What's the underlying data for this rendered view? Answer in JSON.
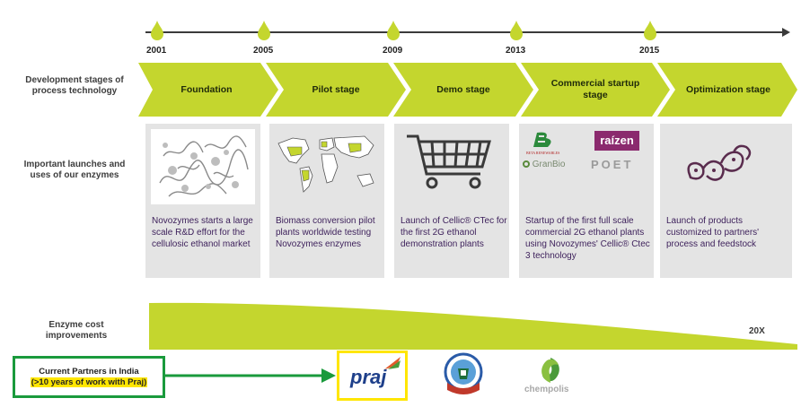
{
  "timeline": {
    "years": [
      "2001",
      "2005",
      "2009",
      "2013",
      "2015"
    ]
  },
  "rows": {
    "development_label": "Development stages of process technology",
    "launches_label": "Important launches and uses of our enzymes",
    "cost_label": "Enzyme cost improvements"
  },
  "stages": [
    {
      "label": "Foundation"
    },
    {
      "label": "Pilot stage"
    },
    {
      "label": "Demo stage"
    },
    {
      "label": "Commercial startup stage"
    },
    {
      "label": "Optimization stage"
    }
  ],
  "cards": [
    {
      "text": "Novozymes starts a large scale R&D effort for the cellulosic ethanol market",
      "image": "enzyme-protein-structure"
    },
    {
      "text": "Biomass conversion pilot plants worldwide testing Novozymes enzymes",
      "image": "world-map"
    },
    {
      "text": "Launch of Cellic® CTec for the first 2G ethanol demonstration plants",
      "image": "shopping-cart-icon"
    },
    {
      "text": "Startup of the first full scale commercial 2G ethanol plants using Novozymes' Cellic® Ctec 3 technology",
      "image": "partner-logos"
    },
    {
      "text": "Launch of products customized to partners' process and feedstock",
      "image": "customization-chain-icon"
    }
  ],
  "logos": {
    "beta": "BETA RENEWABLES",
    "raizen": "raízen",
    "granbio": "GranBio",
    "poet": "POET",
    "praj": "praj",
    "chempolis": "chempolis"
  },
  "cost": {
    "multiplier": "20X"
  },
  "partners": {
    "line1": "Current Partners in India",
    "line2": "(>10 years of work with Praj)"
  },
  "colors": {
    "accent": "#c4d62e",
    "card_bg": "#e4e4e4",
    "card_text": "#3c1f5a",
    "partner_box": "#1a9a3c",
    "highlight": "#ffe600"
  }
}
